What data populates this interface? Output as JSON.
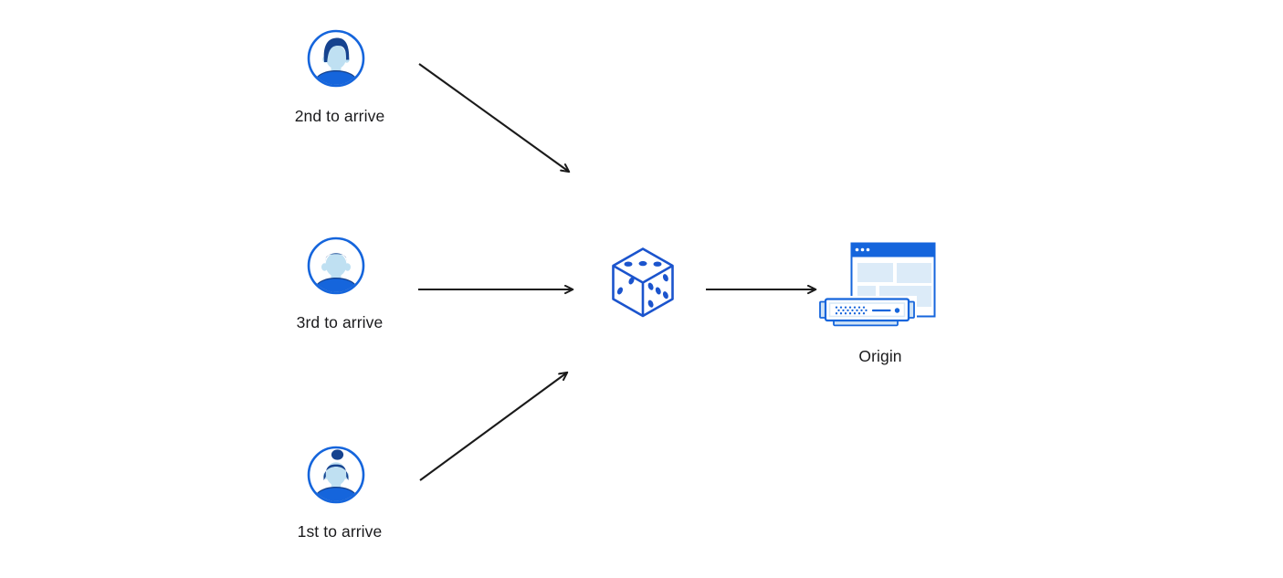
{
  "page": {
    "background": "#ffffff"
  },
  "diagram": {
    "description": "Three clients arriving in different order are routed randomly (dice) to an origin server",
    "nodes": {
      "user_second": {
        "label": "2nd to arrive",
        "icon": "avatar-man-pompadour"
      },
      "user_third": {
        "label": "3rd to arrive",
        "icon": "avatar-man-short-hair"
      },
      "user_first": {
        "label": "1st to arrive",
        "icon": "avatar-woman-bun"
      },
      "router": {
        "icon": "dice"
      },
      "origin": {
        "label": "Origin",
        "icon": "origin-server-browser"
      }
    },
    "edges": [
      {
        "from": "user_second",
        "to": "router"
      },
      {
        "from": "user_third",
        "to": "router"
      },
      {
        "from": "user_first",
        "to": "router"
      },
      {
        "from": "router",
        "to": "origin"
      }
    ],
    "colors": {
      "primary_blue": "#1565dc",
      "dice_blue": "#1b54cd",
      "light_blue_fill": "#dcebf8",
      "tab_blue_fill": "#cfe3f6",
      "skin_blue": "#bfe0f2",
      "hair_navy": "#16438f",
      "arrow_black": "#1a1a1a",
      "text": "#1a1a1c"
    }
  }
}
